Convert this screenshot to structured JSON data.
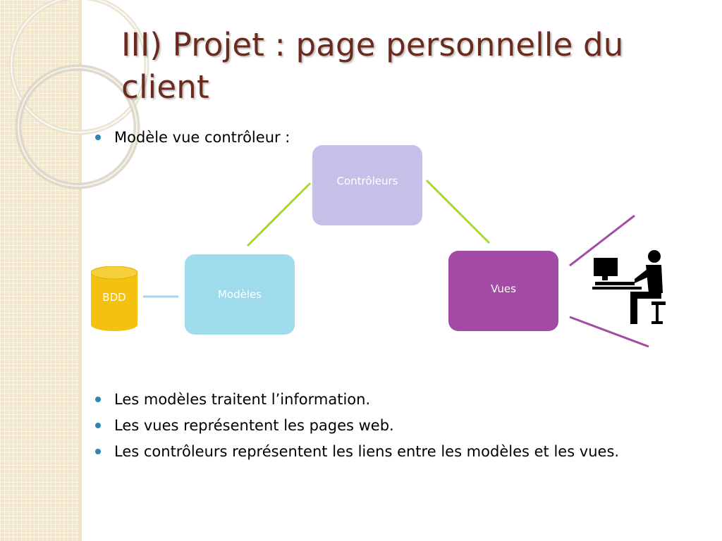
{
  "slide": {
    "title": "III) Projet : page personnelle du client",
    "intro": "Modèle vue contrôleur :",
    "bullets": [
      "Les modèles traitent l’information.",
      "Les vues représentent les pages web.",
      "Les contrôleurs représentent les liens entre les modèles et les vues."
    ]
  },
  "diagram": {
    "nodes": {
      "controleurs": "Contrôleurs",
      "modeles": "Modèles",
      "vues": "Vues",
      "bdd": "BDD"
    },
    "colors": {
      "controleurs": "#c5c0e8",
      "modeles": "#9edbeb",
      "vues": "#a24aa4",
      "bdd": "#f3c10f",
      "link_green": "#a4d932",
      "link_blue": "#9edbeb",
      "link_purple": "#a24aa4"
    },
    "icons": [
      "database-icon",
      "computer-user-icon"
    ]
  },
  "theme": {
    "title_color": "#6b2a1e",
    "bullet_color": "#2f86b3",
    "strip_color": "#f5e7c4"
  }
}
